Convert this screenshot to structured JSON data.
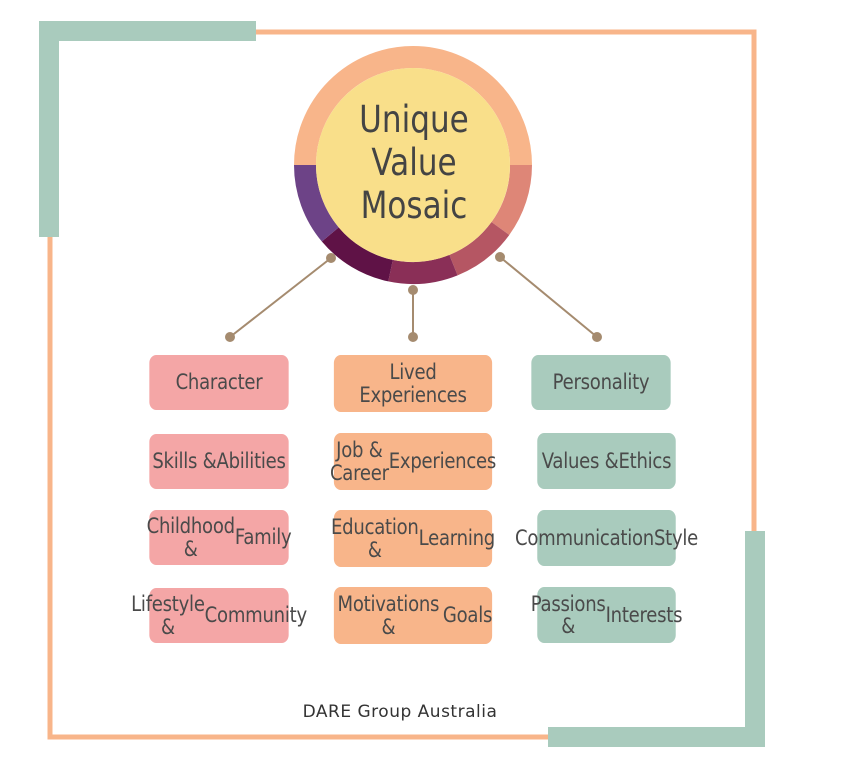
{
  "title_lines": [
    "Unique",
    "Value",
    "Mosaic"
  ],
  "colors": {
    "pink": "#f4a6a6",
    "peach": "#f8b58a",
    "green": "#a9cbbd",
    "frame_orange": "#f8b58a",
    "frame_green": "#a9cbbd",
    "center_fill": "#f9df8a",
    "connector": "#a58b6f"
  },
  "columns": {
    "left": {
      "header": "Character",
      "items": [
        [
          "Skills &",
          "Abilities"
        ],
        [
          "Childhood &",
          "Family"
        ],
        [
          "Lifestyle &",
          "Community"
        ]
      ]
    },
    "middle": {
      "header": "Lived Experiences",
      "items": [
        [
          "Job & Career",
          "Experiences"
        ],
        [
          "Education &",
          "Learning"
        ],
        [
          "Motivations &",
          "Goals"
        ]
      ]
    },
    "right": {
      "header": "Personality",
      "items": [
        [
          "Values &",
          "Ethics"
        ],
        [
          "Communication",
          "Style"
        ],
        [
          "Passions &",
          "Interests"
        ]
      ]
    }
  },
  "footer": "DARE Group Australia"
}
